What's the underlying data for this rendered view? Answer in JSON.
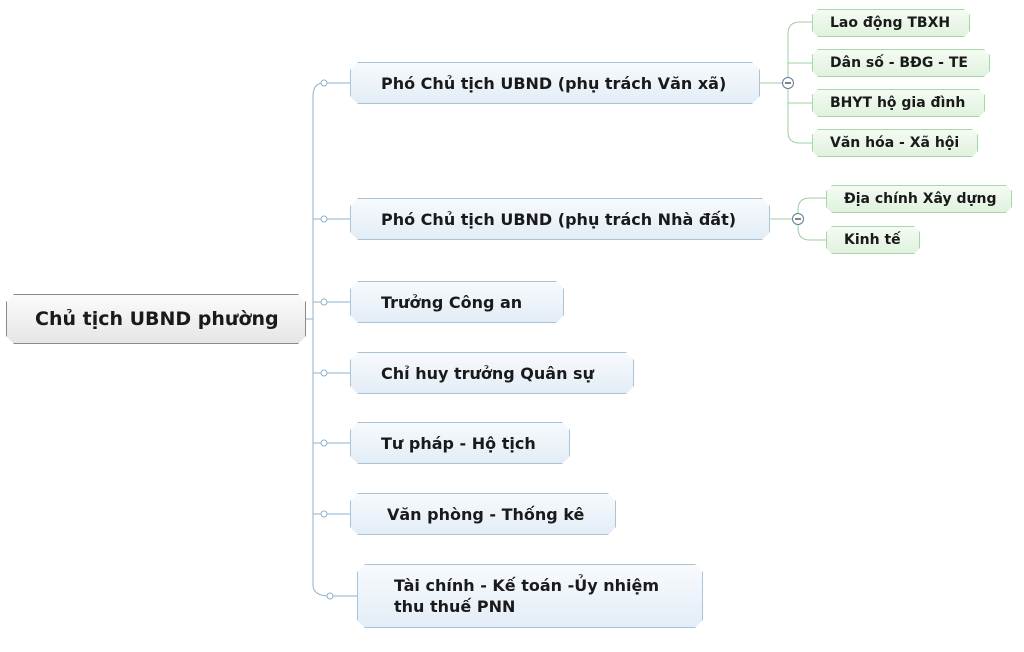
{
  "root": {
    "label": "Chủ tịch UBND phường"
  },
  "branches": [
    {
      "label": "Phó Chủ tịch UBND (phụ trách Văn xã)",
      "children": [
        "Lao động TBXH",
        "Dân số - BĐG - TE",
        "BHYT hộ gia đình",
        "Văn hóa - Xã hội"
      ]
    },
    {
      "label": "Phó Chủ tịch UBND (phụ trách Nhà đất)",
      "children": [
        "Địa chính Xây dựng",
        "Kinh tế"
      ]
    },
    {
      "label": "Trưởng Công an",
      "children": []
    },
    {
      "label": "Chỉ huy trưởng Quân sự",
      "children": []
    },
    {
      "label": "Tư pháp - Hộ tịch",
      "children": []
    },
    {
      "label": "Văn phòng - Thống kê",
      "children": []
    },
    {
      "label": "Tài chính - Kế toán -Ủy nhiệm thu thuế PNN",
      "children": []
    }
  ],
  "colors": {
    "branch_connector": "#8fb2cc",
    "leaf_connector": "#9ccf9c",
    "root_border": "#8a8a8a"
  }
}
